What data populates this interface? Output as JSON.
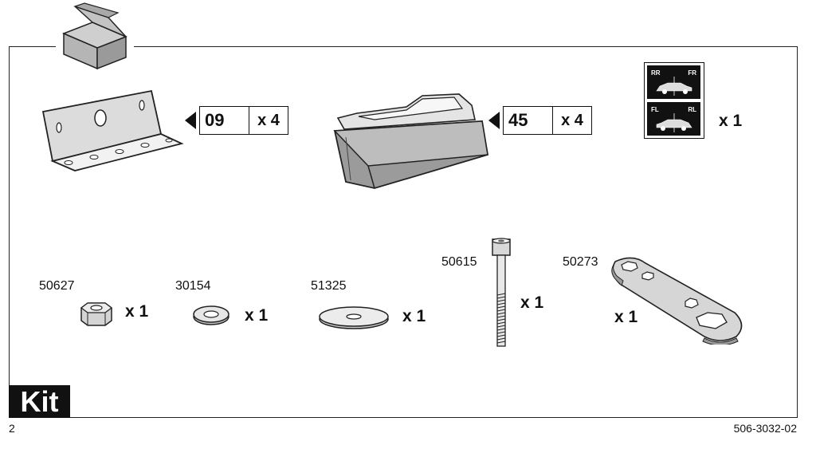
{
  "callouts": [
    {
      "code": "09",
      "qty": "x 4"
    },
    {
      "code": "45",
      "qty": "x 4"
    }
  ],
  "sticker": {
    "labels": [
      "RR",
      "FR",
      "FL",
      "RL"
    ],
    "qty": "x 1"
  },
  "parts": [
    {
      "number": "50627",
      "qty": "x 1"
    },
    {
      "number": "30154",
      "qty": "x 1"
    },
    {
      "number": "51325",
      "qty": "x 1"
    },
    {
      "number": "50615",
      "qty": "x 1"
    },
    {
      "number": "50273",
      "qty": "x 1"
    }
  ],
  "footer": {
    "section": "Kit",
    "page": "2",
    "doc_number": "506-3032-02"
  }
}
